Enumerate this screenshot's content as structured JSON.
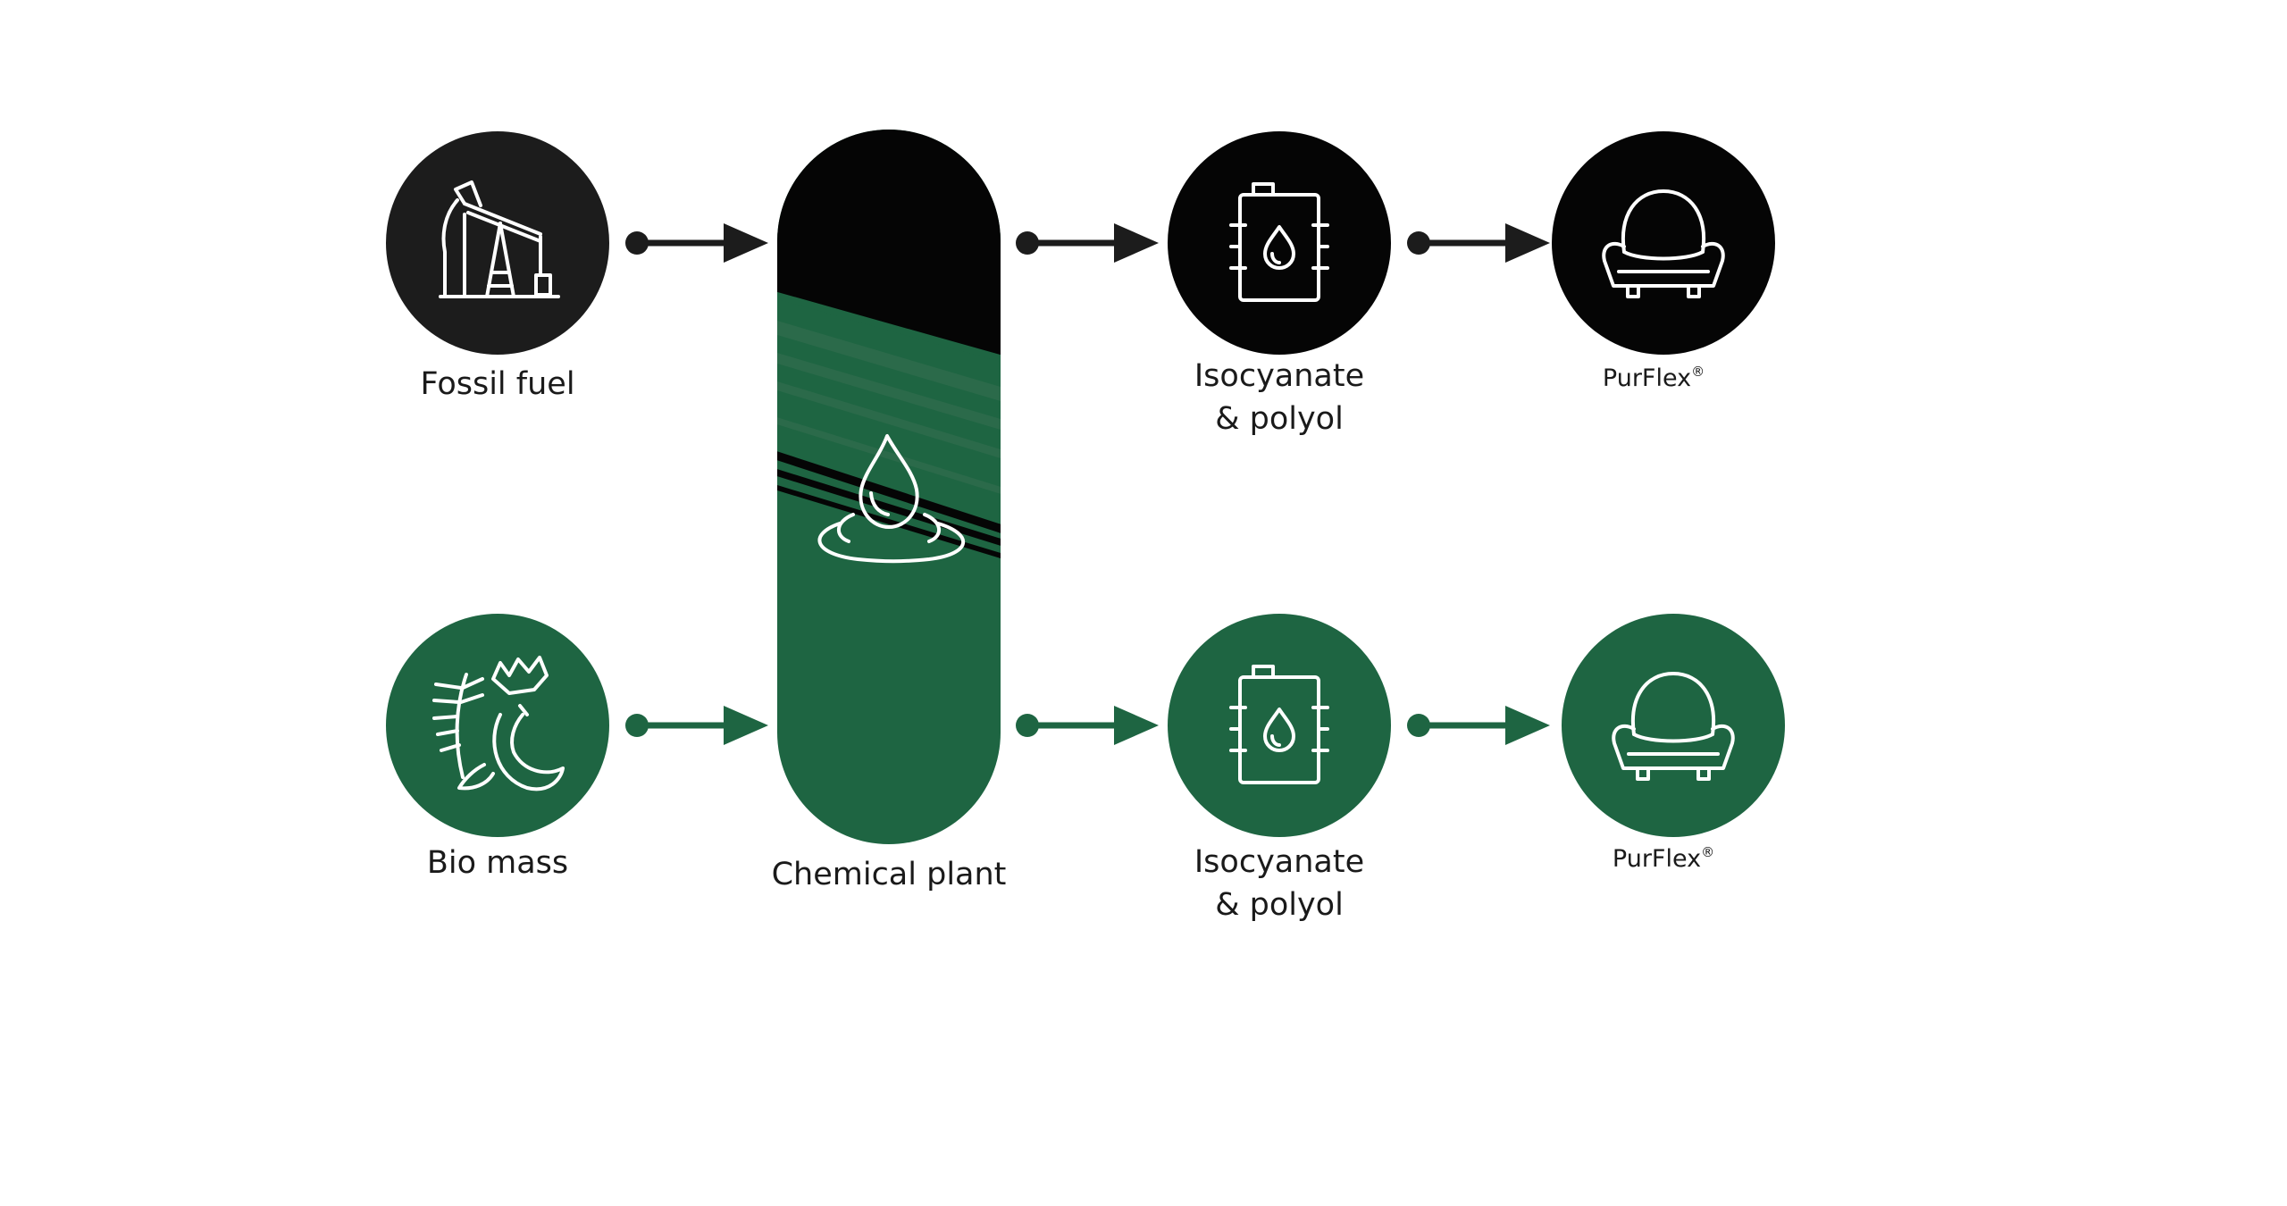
{
  "colors": {
    "fossil": "#1c1c1c",
    "black": "#050505",
    "green": "#1e6542",
    "green_light": "#2b6a4a",
    "icon": "#ffffff",
    "text": "#1a1a1a"
  },
  "nodes": {
    "fossil_fuel": {
      "label": "Fossil fuel",
      "icon": "oil-pump-icon"
    },
    "bio_mass": {
      "label": "Bio mass",
      "icon": "biomass-leaves-icon"
    },
    "chemical_plant": {
      "label": "Chemical plant",
      "icon": "water-drop-icon"
    },
    "iso_top": {
      "label_line1": "Isocyanate",
      "label_line2": "& polyol",
      "icon": "barrel-icon"
    },
    "iso_bottom": {
      "label_line1": "Isocyanate",
      "label_line2": "& polyol",
      "icon": "barrel-icon"
    },
    "purflex_top": {
      "label": "PurFlex",
      "mark": "®",
      "icon": "armchair-icon"
    },
    "purflex_bottom": {
      "label": "PurFlex",
      "mark": "®",
      "icon": "armchair-icon"
    }
  },
  "edges": [
    {
      "from": "fossil_fuel",
      "to": "chemical_plant"
    },
    {
      "from": "chemical_plant",
      "to": "iso_top"
    },
    {
      "from": "iso_top",
      "to": "purflex_top"
    },
    {
      "from": "bio_mass",
      "to": "chemical_plant"
    },
    {
      "from": "chemical_plant",
      "to": "iso_bottom"
    },
    {
      "from": "iso_bottom",
      "to": "purflex_bottom"
    }
  ]
}
